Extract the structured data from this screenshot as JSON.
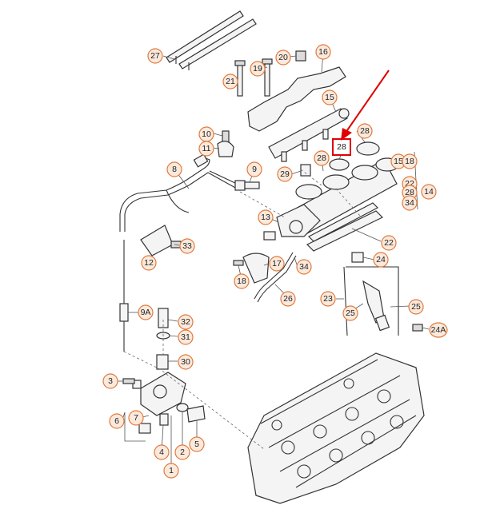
{
  "diagram": {
    "highlight_color": "#e00000",
    "callout_color": "#e07a3c",
    "callouts": [
      {
        "label": "27"
      },
      {
        "label": "21"
      },
      {
        "label": "19"
      },
      {
        "label": "20"
      },
      {
        "label": "16"
      },
      {
        "label": "15"
      },
      {
        "label": "10"
      },
      {
        "label": "11"
      },
      {
        "label": "28"
      },
      {
        "label": "28"
      },
      {
        "label": "8"
      },
      {
        "label": "9"
      },
      {
        "label": "29"
      },
      {
        "label": "28"
      },
      {
        "label": "15"
      },
      {
        "label": "18"
      },
      {
        "label": "22"
      },
      {
        "label": "28"
      },
      {
        "label": "14"
      },
      {
        "label": "34"
      },
      {
        "label": "13"
      },
      {
        "label": "33"
      },
      {
        "label": "22"
      },
      {
        "label": "12"
      },
      {
        "label": "17"
      },
      {
        "label": "34"
      },
      {
        "label": "18"
      },
      {
        "label": "24"
      },
      {
        "label": "26"
      },
      {
        "label": "23"
      },
      {
        "label": "25"
      },
      {
        "label": "25"
      },
      {
        "label": "9A"
      },
      {
        "label": "32"
      },
      {
        "label": "31"
      },
      {
        "label": "24A"
      },
      {
        "label": "30"
      },
      {
        "label": "3"
      },
      {
        "label": "7"
      },
      {
        "label": "6"
      },
      {
        "label": "4"
      },
      {
        "label": "2"
      },
      {
        "label": "5"
      },
      {
        "label": "1"
      }
    ],
    "highlighted_callout": {
      "label": "28"
    },
    "arrow": {
      "icon": "red-arrow-icon"
    }
  }
}
